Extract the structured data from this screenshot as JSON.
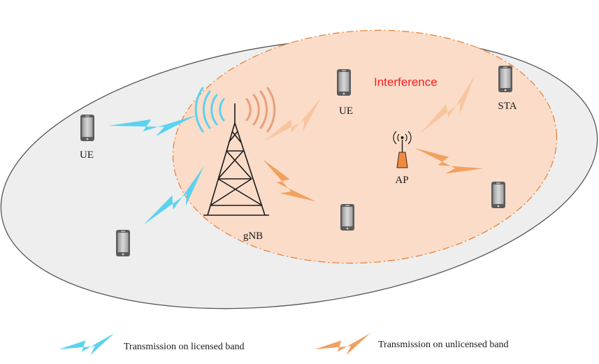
{
  "colors": {
    "outer_fill": "#eeeeee",
    "outer_stroke": "#555555",
    "inner_fill": "#fbdcc8",
    "inner_stroke": "#e8843f",
    "licensed": "#5ad3f0",
    "unlicensed": "#f2a060",
    "unlicensed_faded": "#f7c6a0",
    "interference": "#ff1e1e",
    "tower": "#1a1a1a",
    "ap": "#f08a3e"
  },
  "icons": {
    "phone": "smartphone-icon",
    "tower": "cell-tower-icon",
    "ap": "access-point-icon",
    "link": "lightning-bolt-icon"
  },
  "labels": {
    "ue_left": "UE",
    "ue_top": "UE",
    "sta": "STA",
    "ap": "AP",
    "gnb": "gNB",
    "interference": "Interference"
  },
  "legend": {
    "licensed": "Transmission on licensed band",
    "unlicensed": "Transmission on unlicensed band"
  }
}
